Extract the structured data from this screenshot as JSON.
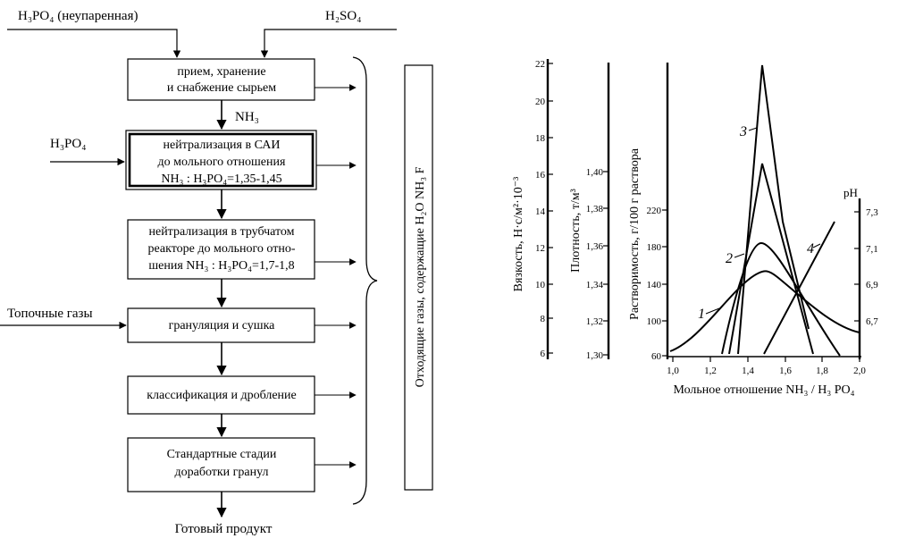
{
  "flow": {
    "top_left_feed": "H₃PO₄ (неупаренная)",
    "top_right_feed": "H₂SO₄",
    "nh3_label": "NH₃",
    "side_feed_h3po4": "H₃PO₄",
    "side_feed_gases": "Топочные газы",
    "steps": [
      {
        "lines": [
          "прием, хранение",
          "и снабжение сырьем"
        ]
      },
      {
        "lines": [
          "нейтрализация в САИ",
          "до мольного отношения",
          "NH₃ : H₃PO₄=1,35-1,45"
        ]
      },
      {
        "lines": [
          "нейтрализация в трубчатом",
          "реакторе до мольного отно-",
          "шения NH₃ : H₃PO₄=1,7-1,8"
        ]
      },
      {
        "lines": [
          "грануляция и сушка"
        ]
      },
      {
        "lines": [
          "классификация и дробление"
        ]
      },
      {
        "lines": [
          "Стандартные стадии",
          "доработки гранул"
        ]
      }
    ],
    "product_label": "Готовый продукт",
    "offgas_label": "Отходящие газы, содержащие H₂O NH₃ F"
  },
  "plot": {
    "axes": {
      "viscosity": {
        "label": "Вязкость, Н·с/м²·10⁻³",
        "ticks": [
          "22",
          "20",
          "18",
          "16",
          "14",
          "12",
          "10",
          "8",
          "6"
        ]
      },
      "density": {
        "label": "Плотность, т/м³",
        "ticks": [
          "1,40",
          "1,38",
          "1,36",
          "1,34",
          "1,32",
          "1,30"
        ]
      },
      "solubility": {
        "label": "Растворимость, г/100 г раствора",
        "ticks": [
          "220",
          "180",
          "140",
          "100",
          "60"
        ]
      },
      "ph": {
        "label": "pH",
        "ticks": [
          "7,3",
          "7,1",
          "6,9",
          "6,7"
        ]
      },
      "x": {
        "label": "Мольное отношение NH₃ / H₃ PO₄",
        "ticks": [
          "1,0",
          "1,2",
          "1,4",
          "1,6",
          "1,8",
          "2,0"
        ]
      }
    },
    "curve_labels": [
      "1",
      "2",
      "3",
      "4"
    ]
  }
}
